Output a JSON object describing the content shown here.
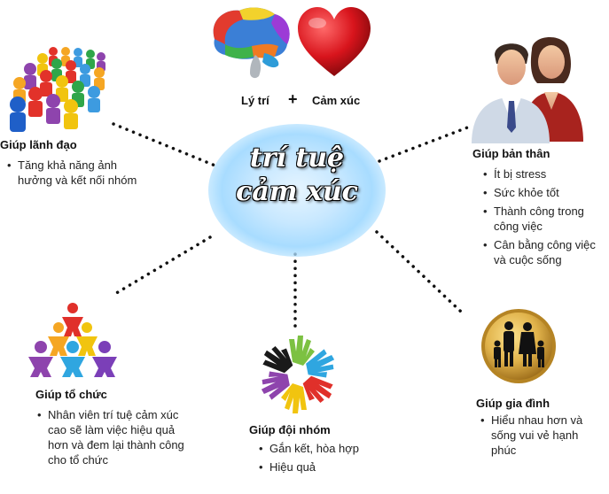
{
  "center": {
    "line1": "trí tuệ",
    "line2": "cảm xúc"
  },
  "top": {
    "left_label": "Lý trí",
    "plus": "+",
    "right_label": "Cảm xúc"
  },
  "nodes": {
    "lanh_dao": {
      "title": "Giúp lãnh đạo",
      "bullets": [
        "Tăng khả năng ảnh hưởng và kết nối nhóm"
      ]
    },
    "ban_than": {
      "title": "Giúp bản thân",
      "bullets": [
        "Ít bị stress",
        "Sức khỏe tốt",
        "Thành công trong công việc",
        "Cân bằng công việc và cuộc sống"
      ]
    },
    "to_chuc": {
      "title": "Giúp tổ chức",
      "bullets": [
        "Nhân viên trí tuệ cảm xúc cao sẽ làm việc hiệu quả hơn và đem lại thành công cho tổ chức"
      ]
    },
    "doi_nhom": {
      "title": "Giúp đội nhóm",
      "bullets": [
        "Gắn kết, hòa hợp",
        "Hiệu quả"
      ]
    },
    "gia_dinh": {
      "title": "Giúp gia đình",
      "bullets": [
        "Hiểu nhau hơn và sống vui vẻ hạnh phúc"
      ]
    }
  },
  "colors": {
    "heart": "#d8141c",
    "glow": "#a8dcff",
    "gold": "#c89a2a"
  }
}
